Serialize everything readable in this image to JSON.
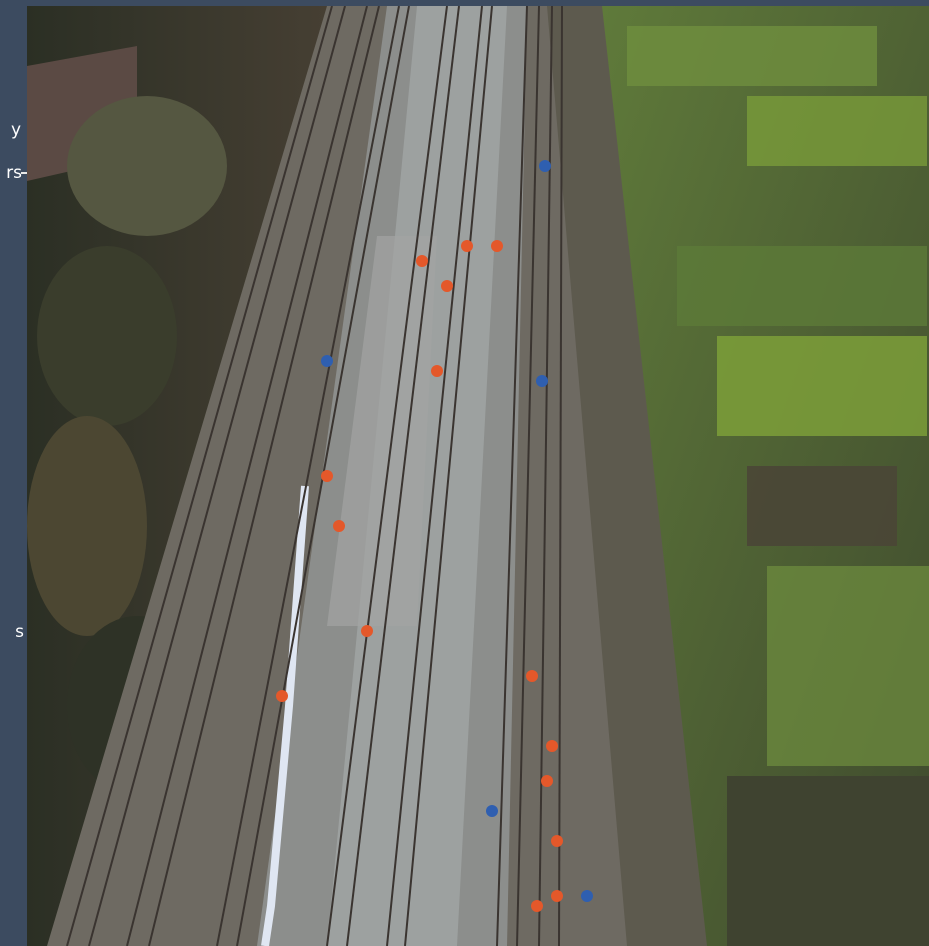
{
  "side_panel": {
    "fragments": [
      "y",
      "rs",
      "s"
    ]
  },
  "photo": {
    "subject": "aerial-railway-track-works",
    "colors": {
      "trees_dark": "#2f3326",
      "trees_mid": "#4a4a36",
      "ballast": "#8c8e8c",
      "ballast_light": "#a9adae",
      "rail": "#3a3430",
      "allotment_green": "#6f8f3e",
      "allotment_bright": "#7fa33a",
      "worker_orange": "#e4582a",
      "worker_blue": "#2f5fb0",
      "fence_white": "#dfe6f2"
    }
  }
}
